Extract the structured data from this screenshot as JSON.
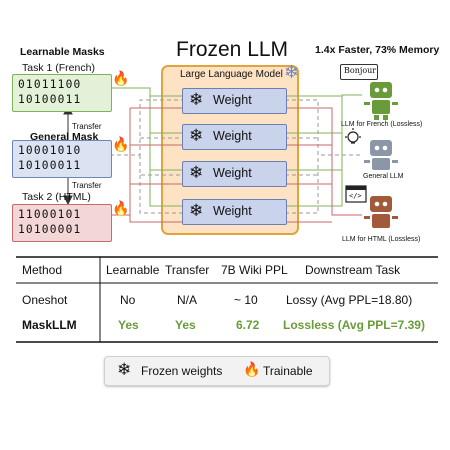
{
  "title": "Frozen LLM",
  "speed_note": "1.4x Faster, 73% Memory",
  "left_panel": {
    "heading": "Learnable Masks",
    "task1_label": "Task 1 (French)",
    "task1_bits": [
      "01011100",
      "10100011"
    ],
    "general_label": "General Mask",
    "general_bits": [
      "10001010",
      "10100011"
    ],
    "task2_label": "Task 2 (HTML)",
    "task2_bits": [
      "11000101",
      "10100001"
    ],
    "transfer_label_1": "Transfer",
    "transfer_label_2": "Transfer"
  },
  "llm_box": {
    "label": "Large Language Model",
    "weight_label": "Weight"
  },
  "right_panel": {
    "bubble_text": "Bonjour",
    "robot1_label": "LLM for French (Lossless)",
    "robot2_label": "General LLM",
    "robot3_label": "LLM for HTML (Lossless)",
    "html_icon_text": "</>"
  },
  "table": {
    "headers": [
      "Method",
      "Learnable",
      "Transfer",
      "7B Wiki PPL",
      "Downstream Task"
    ],
    "rows": [
      [
        "Oneshot",
        "No",
        "N/A",
        "~ 10",
        "Lossy (Avg PPL=18.80)"
      ],
      [
        "MaskLLM",
        "Yes",
        "Yes",
        "6.72",
        "Lossless (Avg PPL=7.39)"
      ]
    ]
  },
  "legend": {
    "frozen": "Frozen weights",
    "trainable": "Trainable"
  },
  "colors": {
    "task1_fill": "#e4f1d9",
    "task1_border": "#7fb35b",
    "general_fill": "#dbe3f2",
    "general_border": "#6f87b8",
    "task2_fill": "#f3d6d6",
    "task2_border": "#c86a6a",
    "llm_fill": "#fde2c4",
    "llm_border": "#e2a33a",
    "weight_fill": "#c9d3ec",
    "green_text": "#6a9b3a",
    "robot_green": "#6a9b3a",
    "robot_gray": "#8b96a8",
    "robot_brown": "#a25a3a"
  },
  "icons": [
    "snowflake-icon",
    "fire-icon",
    "lightbulb-icon",
    "code-window-icon",
    "robot-icon"
  ]
}
